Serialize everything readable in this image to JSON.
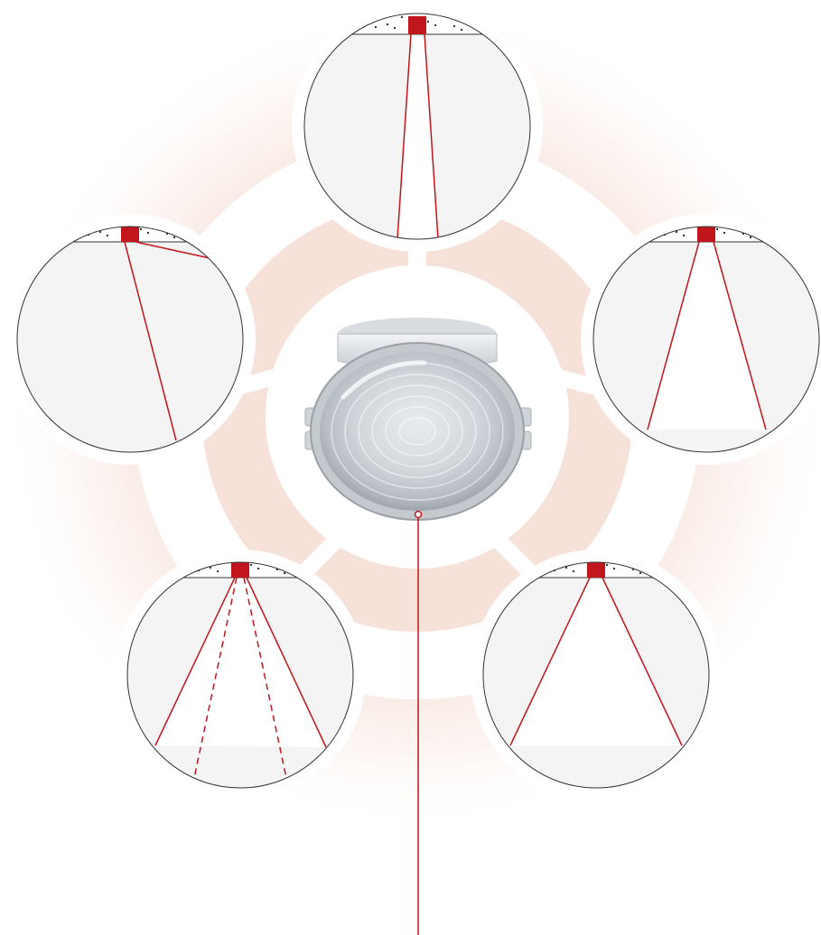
{
  "colors": {
    "accent_red": "#c0161c",
    "glow": "#f0cbbd",
    "ring": "#ffffff",
    "lens_fill": "#f4f4f4",
    "outline": "#333333",
    "ceiling_dots": "#222222"
  },
  "center": {
    "label": "",
    "icon": "led-reflector-lens-icon"
  },
  "beam_diagrams": [
    {
      "id": "narrow-spot",
      "icon": "narrow-beam-icon",
      "style": "solid"
    },
    {
      "id": "asymmetric-wallwash",
      "icon": "asymmetric-beam-icon",
      "style": "solid"
    },
    {
      "id": "medium-flood",
      "icon": "medium-beam-icon",
      "style": "solid"
    },
    {
      "id": "dual-beam",
      "icon": "dual-beam-icon",
      "style": "solid-and-dashed"
    },
    {
      "id": "wide-flood",
      "icon": "wide-beam-icon",
      "style": "solid"
    }
  ]
}
